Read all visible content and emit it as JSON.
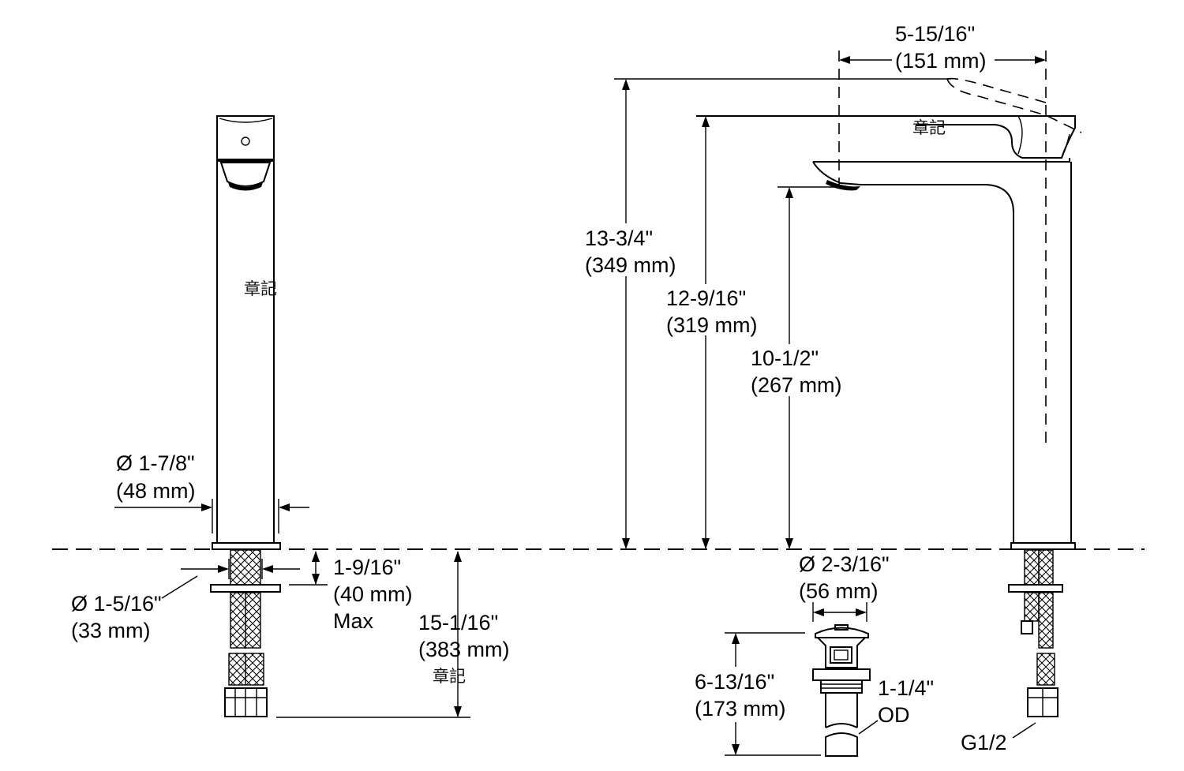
{
  "dimensions": {
    "spout_reach": {
      "in": "5-15/16\"",
      "mm": "(151 mm)"
    },
    "overall_height": {
      "in": "13-3/4\"",
      "mm": "(349 mm)"
    },
    "spout_height": {
      "in": "12-9/16\"",
      "mm": "(319 mm)"
    },
    "outlet_height": {
      "in": "10-1/2\"",
      "mm": "(267 mm)"
    },
    "body_diameter": {
      "in": "Ø 1-7/8\"",
      "mm": "(48 mm)"
    },
    "shank_diameter": {
      "in": "Ø 1-5/16\"",
      "mm": "(33 mm)"
    },
    "deck_thickness": {
      "in": "1-9/16\"",
      "mm": "(40 mm)",
      "note": "Max"
    },
    "supply_length": {
      "in": "15-1/16\"",
      "mm": "(383 mm)"
    },
    "drain_diameter": {
      "in": "Ø 2-3/16\"",
      "mm": "(56 mm)"
    },
    "drain_length": {
      "in": "6-13/16\"",
      "mm": "(173 mm)"
    },
    "tailpiece_od": {
      "in": "1-1/4\"",
      "note": "OD"
    },
    "connection_thread": {
      "label": "G1/2"
    }
  },
  "watermark": "章記",
  "colors": {
    "line": "#000000",
    "background": "#ffffff"
  }
}
